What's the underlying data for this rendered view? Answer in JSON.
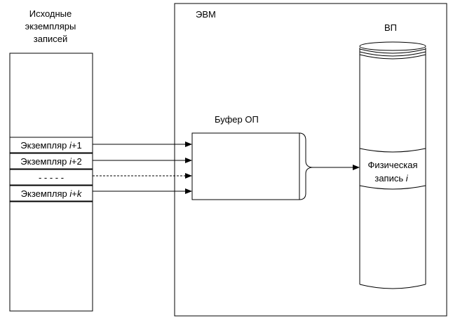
{
  "source_records": {
    "title_lines": [
      "Исходные",
      "экземпляры",
      "записей"
    ],
    "rows": [
      {
        "prefix": "Экземпляр ",
        "var": "i",
        "suffix": "+1"
      },
      {
        "prefix": "Экземпляр ",
        "var": "i",
        "suffix": "+2"
      },
      {
        "prefix": "- - - - -",
        "var": "",
        "suffix": ""
      },
      {
        "prefix": "Экземпляр ",
        "var": "i",
        "suffix": "+k",
        "suffix_var": "k"
      }
    ]
  },
  "computer": {
    "label": "ЭВМ"
  },
  "buffer": {
    "label": "Буфер ОП"
  },
  "storage": {
    "label": "ВП",
    "record_lines": [
      {
        "text": "Физическая",
        "var": ""
      },
      {
        "text": "запись ",
        "var": "i"
      }
    ]
  }
}
